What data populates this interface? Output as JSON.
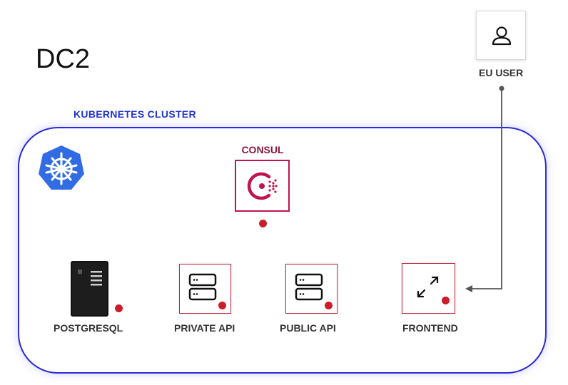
{
  "title": "DC2",
  "cluster": {
    "label": "KUBERNETES CLUSTER"
  },
  "consul": {
    "label": "CONSUL"
  },
  "user": {
    "label": "EU USER",
    "icon": "user-icon"
  },
  "services": {
    "postgres": {
      "label": "POSTGRESQL",
      "icon": "server-tower-icon"
    },
    "private_api": {
      "label": "PRIVATE API",
      "icon": "server-stack-icon"
    },
    "public_api": {
      "label": "PUBLIC API",
      "icon": "server-stack-icon"
    },
    "frontend": {
      "label": "FRONTEND",
      "icon": "expand-arrows-icon"
    }
  },
  "colors": {
    "cluster_border": "#2a2ad6",
    "cluster_label": "#2233cc",
    "consul": "#c0134f",
    "status_dot": "#cc1e28",
    "kubernetes": "#326ce5"
  }
}
